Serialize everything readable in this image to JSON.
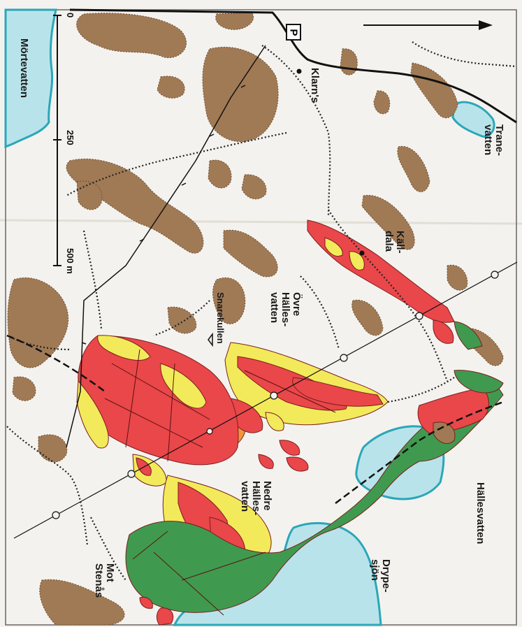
{
  "labels": {
    "mortevatten": "Mörtevatten",
    "tranevatten": "Trane-\nvatten",
    "klarns": "Klarn's",
    "kalldala": "Käll-\ndala",
    "ovre_hallesvatten": "Övre\nHälles-\nvatten",
    "snarekullen": "Snarekullen",
    "nedre_hallesvatten": "Nedre\nHälles-\nvatten",
    "hallesvatten": "Hällesvatten",
    "drypesjon": "Drype-\nsjön",
    "mot_stenas": "Mot\nStenås"
  },
  "parking_label": "P",
  "scale": {
    "ticks": [
      "0",
      "250",
      "500 m"
    ]
  },
  "colors": {
    "water": "#b9e3ea",
    "water_edge": "#2aa7b9",
    "rock": "#a07a55",
    "red": "#e9474a",
    "yellow": "#f2ea5a",
    "orange": "#f2963a",
    "green": "#3f9a4f",
    "road": "#111111"
  },
  "icons": [
    "north-arrow-icon",
    "parking-icon",
    "triangle-summit-icon"
  ]
}
